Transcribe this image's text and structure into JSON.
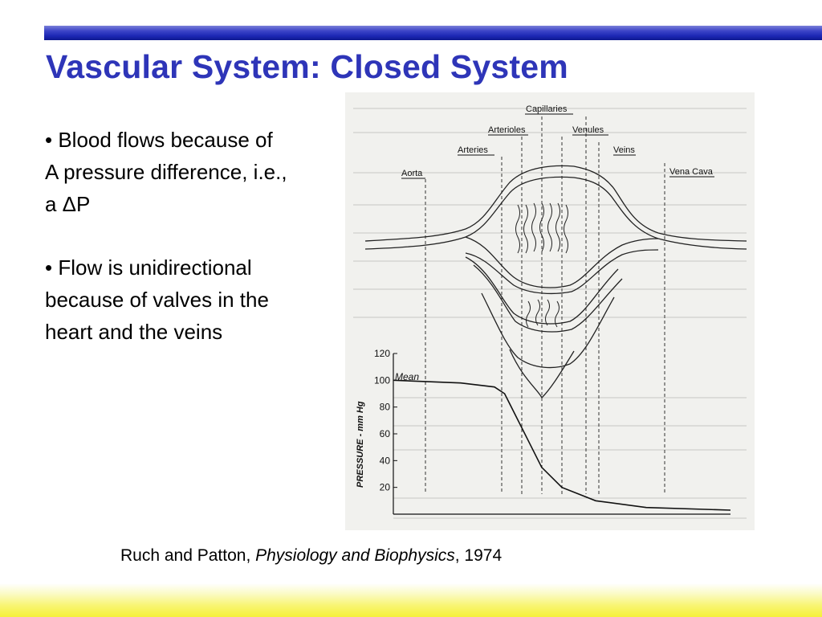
{
  "slide": {
    "title": "Vascular System: Closed System",
    "bullets": [
      {
        "lines": [
          "• Blood flows because of",
          "A pressure difference, i.e.,",
          "a ΔP"
        ]
      },
      {
        "lines": [
          "• Flow is unidirectional",
          "because of valves in the",
          "heart and the veins"
        ]
      }
    ],
    "caption": {
      "authors": "Ruch and Patton, ",
      "book": "Physiology and Biophysics",
      "year": ", 1974"
    }
  },
  "diagram": {
    "labels": {
      "capillaries": "Capillaries",
      "arterioles": "Arterioles",
      "venules": "Venules",
      "arteries": "Arteries",
      "veins": "Veins",
      "aorta": "Aorta",
      "vena_cava": "Vena Cava"
    }
  },
  "chart_data": {
    "type": "line",
    "ylabel": "PRESSURE - mm Hg",
    "ylim": [
      0,
      120
    ],
    "yticks": [
      20,
      40,
      60,
      80,
      100,
      120
    ],
    "grid": false,
    "series": [
      {
        "name": "Mean",
        "points": [
          [
            0,
            100
          ],
          [
            0.2,
            98
          ],
          [
            0.3,
            95
          ],
          [
            0.33,
            90
          ],
          [
            0.36,
            75
          ],
          [
            0.4,
            55
          ],
          [
            0.44,
            35
          ],
          [
            0.5,
            20
          ],
          [
            0.6,
            10
          ],
          [
            0.75,
            5
          ],
          [
            1.0,
            3
          ]
        ]
      }
    ]
  },
  "colors": {
    "title": "#2e35b8",
    "top_bar": "#1d28b5",
    "bottom_band": "#f5f03a"
  }
}
